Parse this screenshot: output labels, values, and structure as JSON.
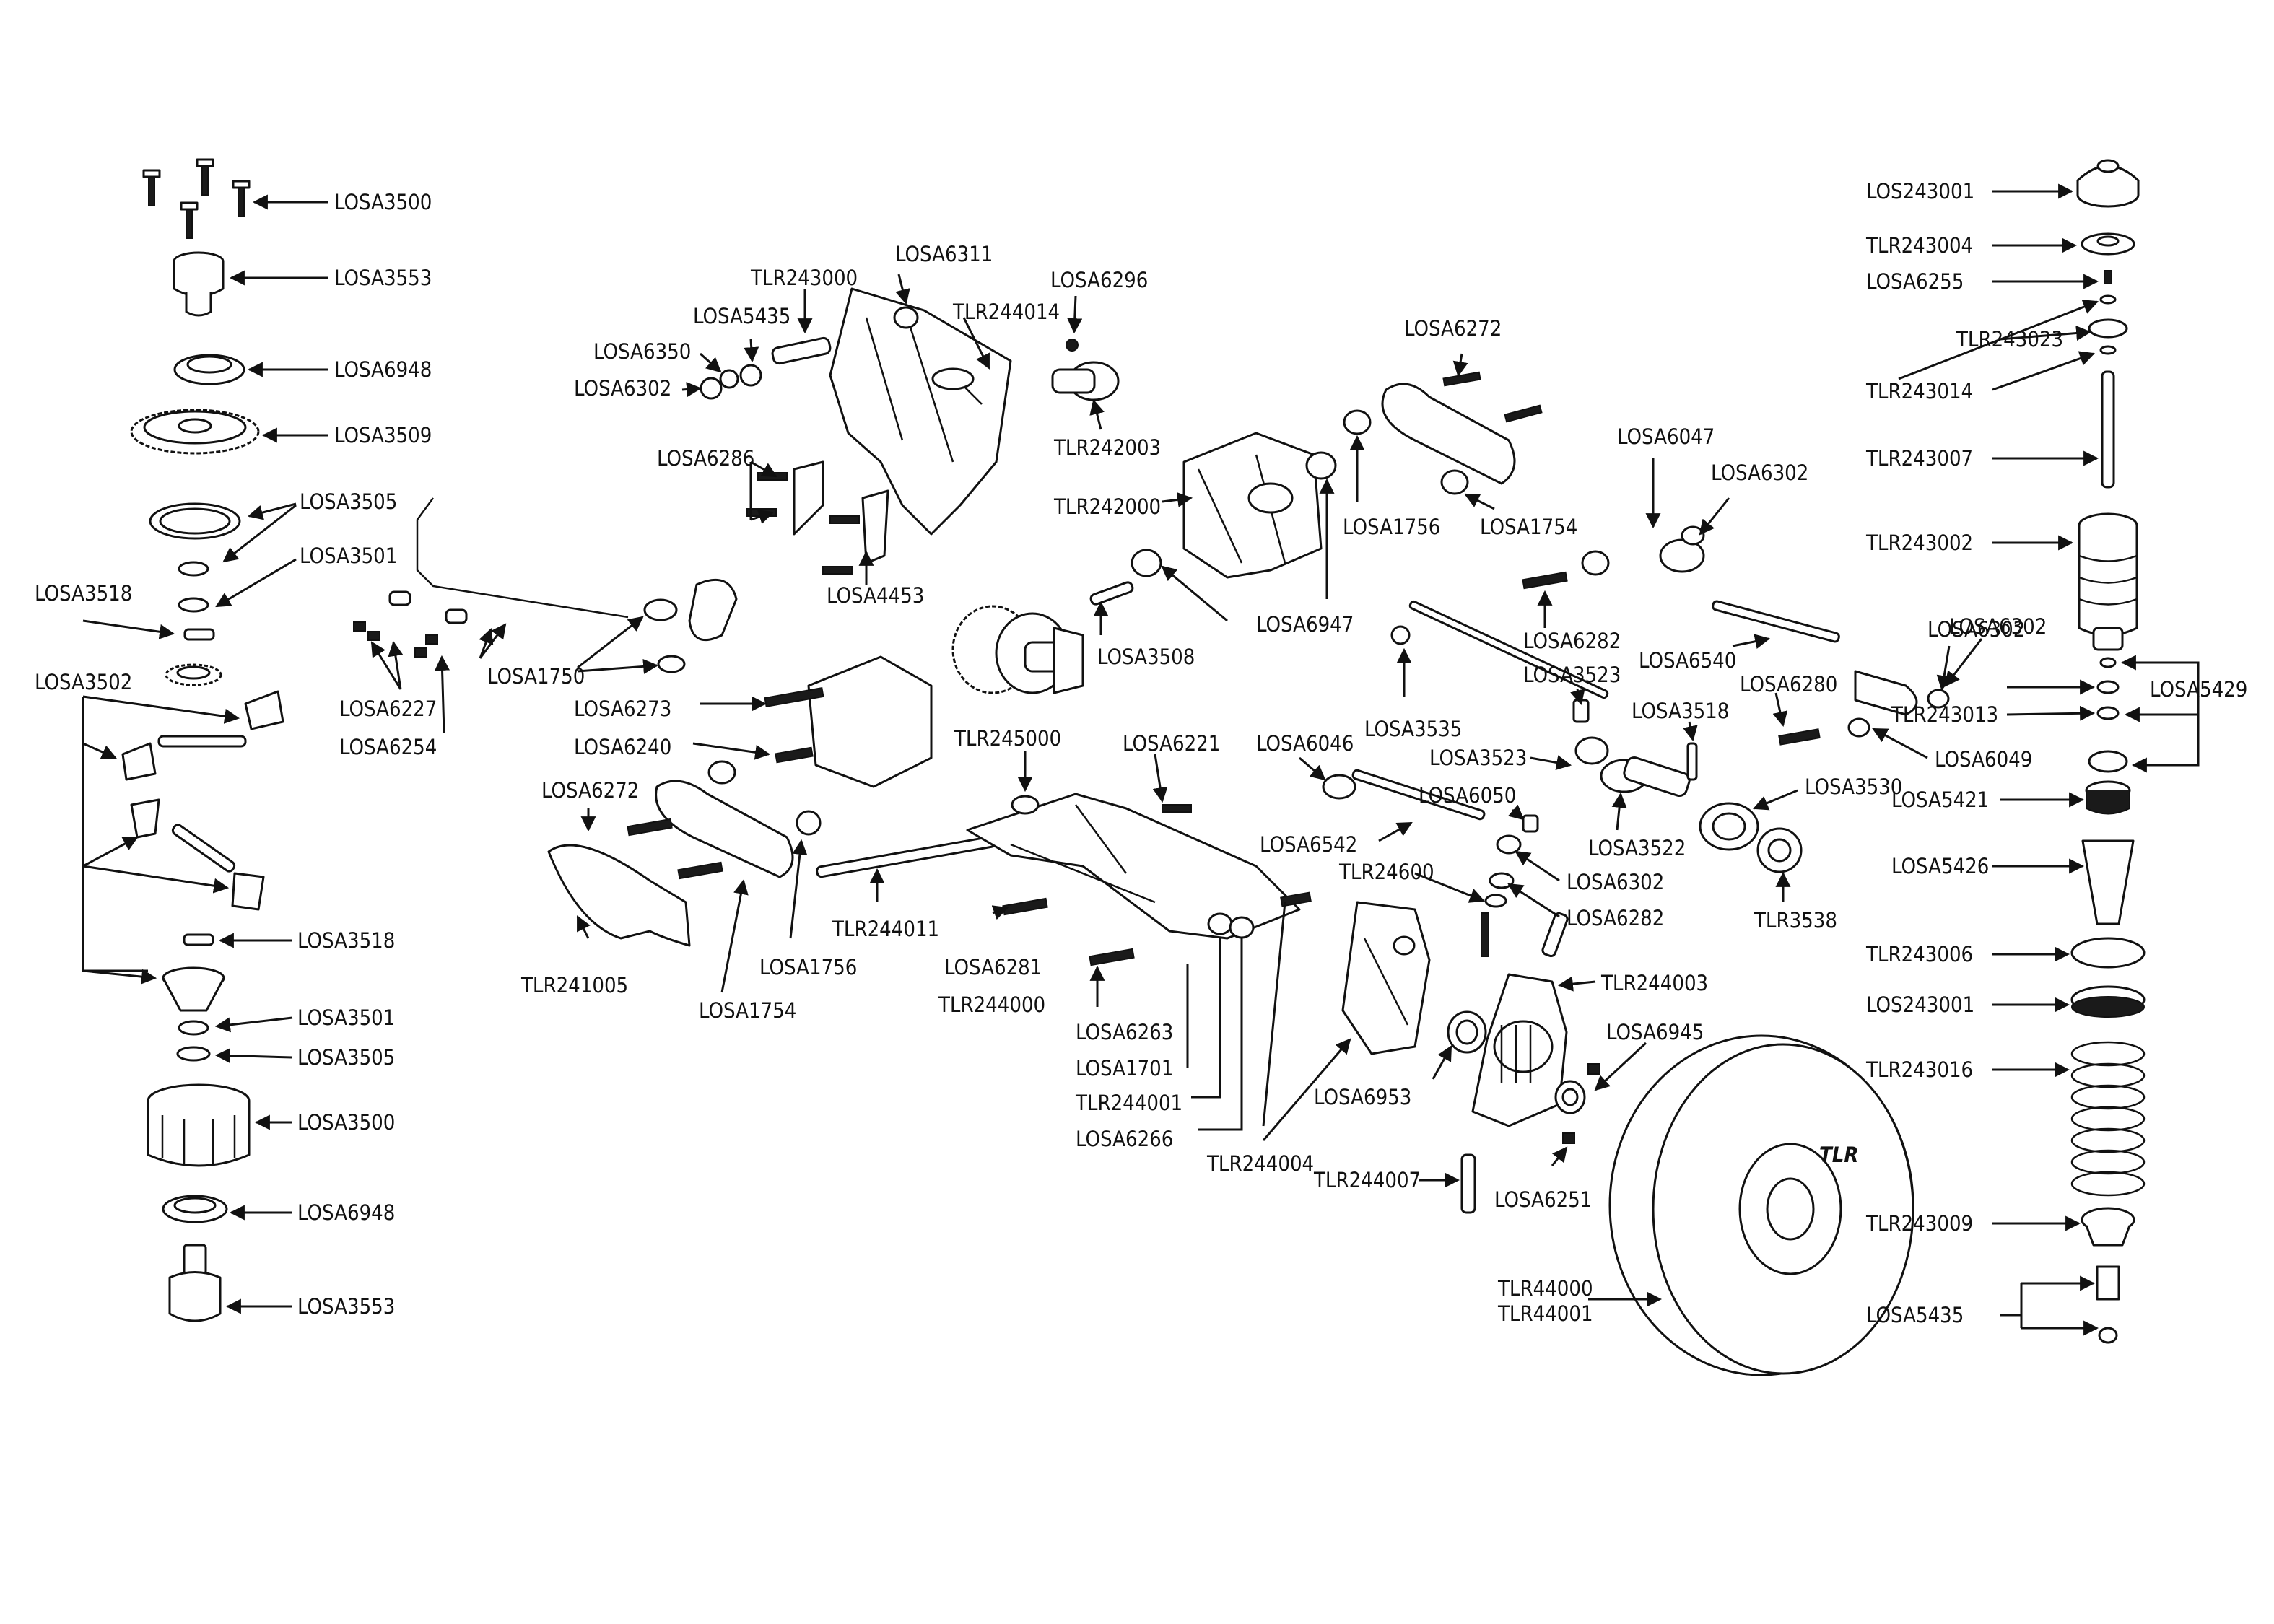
{
  "labels": {
    "l_losa3500_top": "LOSA3500",
    "l_losa3553_top": "LOSA3553",
    "l_losa6948_top": "LOSA6948",
    "l_losa3509": "LOSA3509",
    "l_losa3505_top": "LOSA3505",
    "l_losa3501_top": "LOSA3501",
    "l_losa3518_left": "LOSA3518",
    "l_losa3502": "LOSA3502",
    "l_losa3518_mid": "LOSA3518",
    "l_losa3501_bot": "LOSA3501",
    "l_losa3505_bot": "LOSA3505",
    "l_losa3500_bot": "LOSA3500",
    "l_losa6948_bot": "LOSA6948",
    "l_losa3553_bot": "LOSA3553",
    "l_tlr243000": "TLR243000",
    "l_losa6311": "LOSA6311",
    "l_tlr244014": "TLR244014",
    "l_losa5435_mid": "LOSA5435",
    "l_losa6350": "LOSA6350",
    "l_losa6302_a": "LOSA6302",
    "l_losa6296": "LOSA6296",
    "l_tlr242003": "TLR242003",
    "l_losa6286": "LOSA6286",
    "l_tlr242000": "TLR242000",
    "l_losa4453": "LOSA4453",
    "l_losa6272_top": "LOSA6272",
    "l_losa1756_top": "LOSA1756",
    "l_losa1754_top": "LOSA1754",
    "l_losa6947": "LOSA6947",
    "l_losa3508": "LOSA3508",
    "l_losa1750": "LOSA1750",
    "l_losa6227": "LOSA6227",
    "l_losa6254": "LOSA6254",
    "l_losa6273": "LOSA6273",
    "l_losa6240": "LOSA6240",
    "l_losa6272_bot": "LOSA6272",
    "l_tlr241005": "TLR241005",
    "l_losa1754_bot": "LOSA1754",
    "l_losa1756_bot": "LOSA1756",
    "l_tlr244011": "TLR244011",
    "l_tlr245000": "TLR245000",
    "l_losa6221": "LOSA6221",
    "l_losa6281": "LOSA6281",
    "l_tlr244000": "TLR244000",
    "l_losa6263": "LOSA6263",
    "l_losa1701": "LOSA1701",
    "l_tlr244001": "TLR244001",
    "l_losa6266": "LOSA6266",
    "l_tlr244004": "TLR244004",
    "l_losa6047": "LOSA6047",
    "l_losa6302_b": "LOSA6302",
    "l_losa6282_a": "LOSA6282",
    "l_losa6540": "LOSA6540",
    "l_losa3523_a": "LOSA3523",
    "l_losa3535": "LOSA3535",
    "l_losa6046": "LOSA6046",
    "l_losa3523_b": "LOSA3523",
    "l_losa6050": "LOSA6050",
    "l_losa6542": "LOSA6542",
    "l_tlr24600": "TLR24600",
    "l_losa6302_c": "LOSA6302",
    "l_losa6282_b": "LOSA6282",
    "l_losa3518_right": "LOSA3518",
    "l_losa3522": "LOSA3522",
    "l_losa3530": "LOSA3530",
    "l_tlr3538": "TLR3538",
    "l_losa6280": "LOSA6280",
    "l_losa6049": "LOSA6049",
    "l_losa6302_d": "LOSA6302",
    "l_tlr244003": "TLR244003",
    "l_losa6945": "LOSA6945",
    "l_losa6953": "LOSA6953",
    "l_tlr244007": "TLR244007",
    "l_losa6251": "LOSA6251",
    "l_tlr44000": "TLR44000",
    "l_tlr44001": "TLR44001",
    "l_los243001_top": "LOS243001",
    "l_tlr243004": "TLR243004",
    "l_losa6255": "LOSA6255",
    "l_tlr243023": "TLR243023",
    "l_tlr243014": "TLR243014",
    "l_tlr243007": "TLR243007",
    "l_tlr243002": "TLR243002",
    "l_losa6302_e": "LOSA6302",
    "l_tlr243013": "TLR243013",
    "l_losa5429": "LOSA5429",
    "l_losa5421": "LOSA5421",
    "l_losa5426": "LOSA5426",
    "l_tlr243006": "TLR243006",
    "l_los243001_bot": "LOS243001",
    "l_tlr243016": "TLR243016",
    "l_tlr243009": "TLR243009",
    "l_losa5435_bot": "LOSA5435"
  },
  "logos": {
    "wheel_brand": "TLR"
  },
  "colors": {
    "line": "#111111",
    "background": "#ffffff"
  }
}
